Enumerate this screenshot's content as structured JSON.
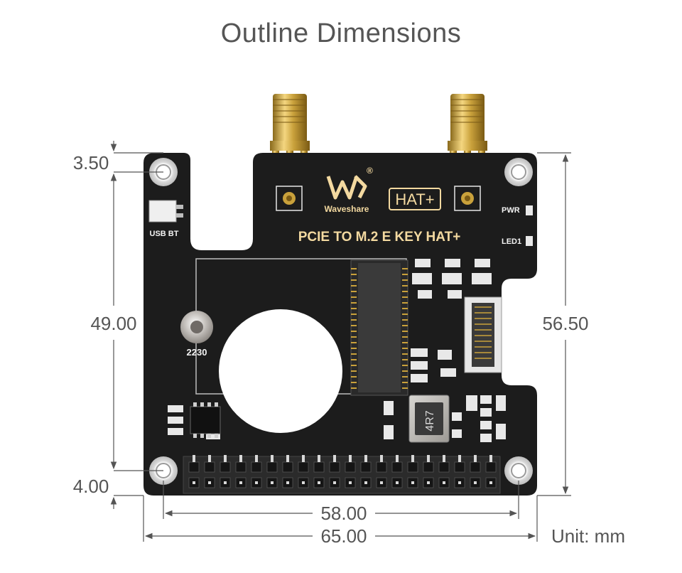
{
  "title": "Outline Dimensions",
  "dimensions": {
    "top_hole_offset": "3.50",
    "hole_span_vertical": "49.00",
    "board_height": "56.50",
    "bottom_hole_offset": "4.00",
    "hole_span_horizontal": "58.00",
    "board_width": "65.00",
    "unit": "Unit: mm"
  },
  "board": {
    "product_name": "PCIE TO M.2 E KEY HAT+",
    "brand": "Waveshare",
    "registered_mark": "®",
    "hat_label": "HAT+",
    "usb_bt_label": "USB BT",
    "pwr_label": "PWR",
    "led1_label": "LED1",
    "standoff_label": "2230",
    "inductor_marking": "4R7"
  },
  "colors": {
    "pcb": "#1c1c1c",
    "gold": "#c9a13b",
    "text_gray": "#555555",
    "silkscreen_gold": "#f3d9a0"
  }
}
